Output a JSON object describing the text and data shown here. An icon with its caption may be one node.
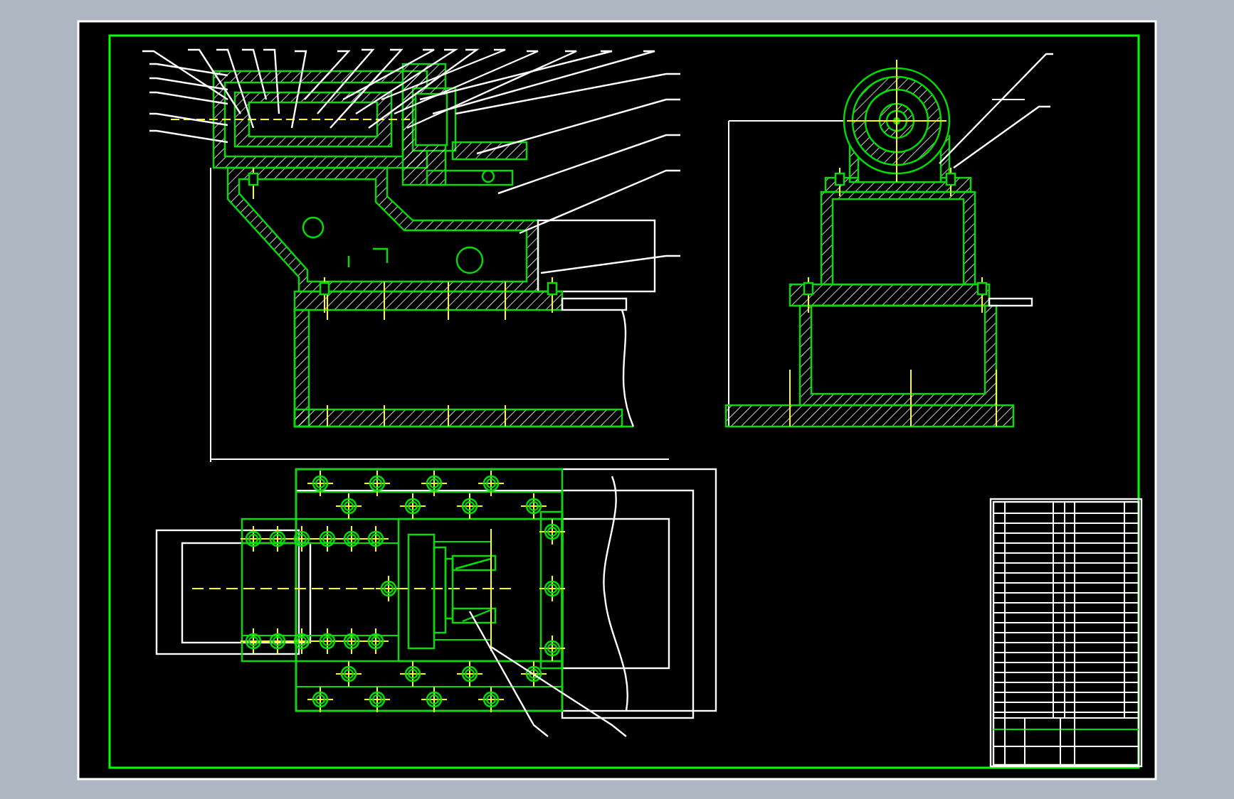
{
  "diagram": {
    "nodes": [
      {
        "text": [],
        "shape": "picture"
      },
      {
        "text": [],
        "shape": "picture"
      },
      {
        "text": [],
        "shape": "picture"
      },
      {
        "text": [],
        "shape": "box"
      }
    ]
  }
}
